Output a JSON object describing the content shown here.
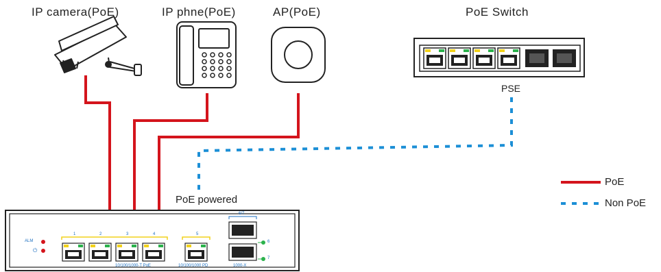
{
  "devices": {
    "ip_camera": "IP camera(PoE)",
    "ip_phone": "IP phne(PoE)",
    "ap": "AP(PoE)",
    "poe_switch": "PoE Switch"
  },
  "labels": {
    "pse": "PSE",
    "poe_powered": "PoE powered"
  },
  "legend": {
    "poe": "PoE",
    "non_poe": "Non PoE"
  },
  "panel": {
    "alm": "ALM",
    "power_symbol": "⏻",
    "port_1": "1",
    "port_2": "2",
    "port_3": "3",
    "port_4": "4",
    "port_5": "5",
    "port_67": "6/7",
    "port_6": "6",
    "port_7": "7",
    "group_poe": "10/100/1000-T PoE",
    "group_pd": "10/100/1000 PD",
    "group_sfp": "1000-X"
  },
  "colors": {
    "poe_line": "#d4141c",
    "non_poe_line": "#1c8fd6",
    "panel_text": "#1c6fc0",
    "led_green": "#2bb24c",
    "led_yellow": "#f2d21b",
    "led_red": "#d4141c"
  }
}
